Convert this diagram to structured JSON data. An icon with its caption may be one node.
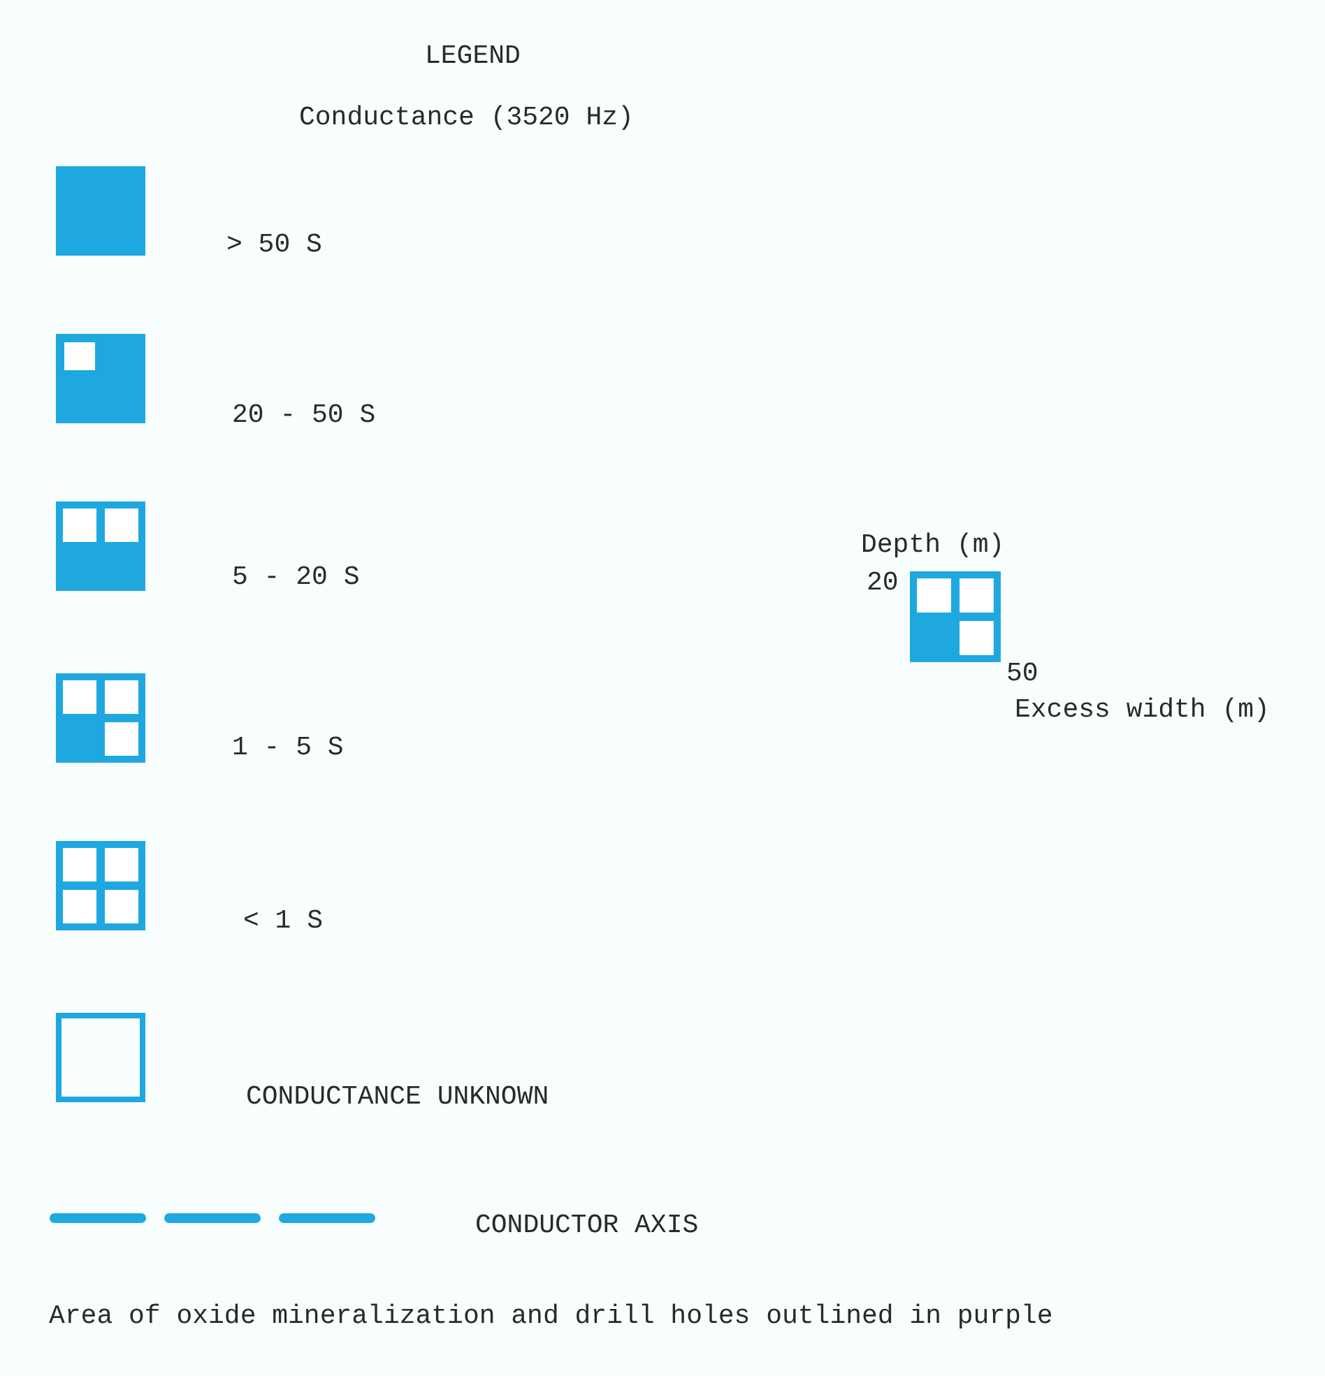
{
  "diagram": {
    "title": "LEGEND",
    "caption": "Area of oxide mineralization and drill holes outlined in purple",
    "labels": [
      "Conductance (3520 Hz)",
      "Depth (m)",
      "20",
      "50",
      "Excess width (m)"
    ],
    "legend": [
      {
        "text": "> 50 S"
      },
      {
        "text": "20 - 50 S"
      },
      {
        "text": "5 - 20 S"
      },
      {
        "text": "1 - 5 S"
      },
      {
        "text": "< 1 S"
      },
      {
        "text": "CONDUCTANCE UNKNOWN"
      },
      {
        "text": "CONDUCTOR AXIS"
      }
    ]
  }
}
